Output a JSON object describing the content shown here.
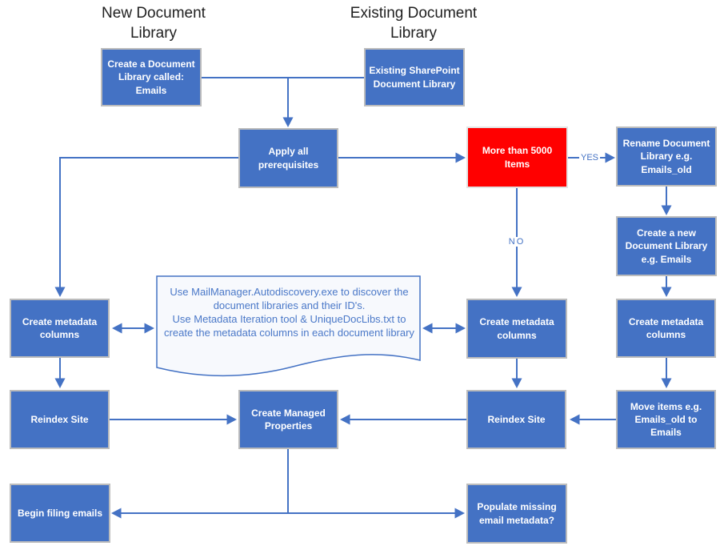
{
  "colors": {
    "accent_blue": "#4472C4",
    "decision_red": "#FF0000",
    "note_text_blue": "#4a78c8",
    "box_text": "#ffffff",
    "title_text": "#1f1f1f",
    "box_border_gray": "#bcbcbc"
  },
  "titles": {
    "left": "New Document\nLibrary",
    "right": "Existing Document\nLibrary"
  },
  "edge_labels": {
    "yes": "YES",
    "no": "NO"
  },
  "nodes": {
    "create_document_library": {
      "text": "Create a  Document\nLibrary called:",
      "emphasis": "Emails"
    },
    "existing_sharepoint_library": {
      "text": "Existing SharePoint\nDocument Library"
    },
    "apply_prerequisites": {
      "text": "Apply all\nprerequisites"
    },
    "more_than_5000_items": {
      "text": "More than 5000\nItems"
    },
    "rename_document_library": {
      "text": "Rename Document\nLibrary e.g.\nEmails_old"
    },
    "create_new_document_library": {
      "text": "Create a new\nDocument Library\ne.g. Emails"
    },
    "create_metadata_columns_left": {
      "text": "Create metadata\ncolumns"
    },
    "create_metadata_columns_middle": {
      "text": "Create metadata\ncolumns"
    },
    "create_metadata_columns_right": {
      "text": "Create metadata\ncolumns"
    },
    "reindex_site_left": {
      "text": "Reindex Site"
    },
    "create_managed_properties": {
      "text": "Create Managed\nProperties"
    },
    "reindex_site_middle": {
      "text": "Reindex Site"
    },
    "move_items": {
      "text": "Move items e.g.\nEmails_old to Emails"
    },
    "begin_filing_emails": {
      "text": "Begin filing emails"
    },
    "populate_missing_metadata": {
      "text": "Populate missing\nemail metadata?"
    }
  },
  "document_note": {
    "lines": [
      "Use MailManager.Autodiscovery.exe to discover the",
      "document libraries and their ID's.",
      "Use Metadata Iteration tool & UniqueDocLibs.txt to",
      "create the metadata columns in each document library"
    ]
  }
}
